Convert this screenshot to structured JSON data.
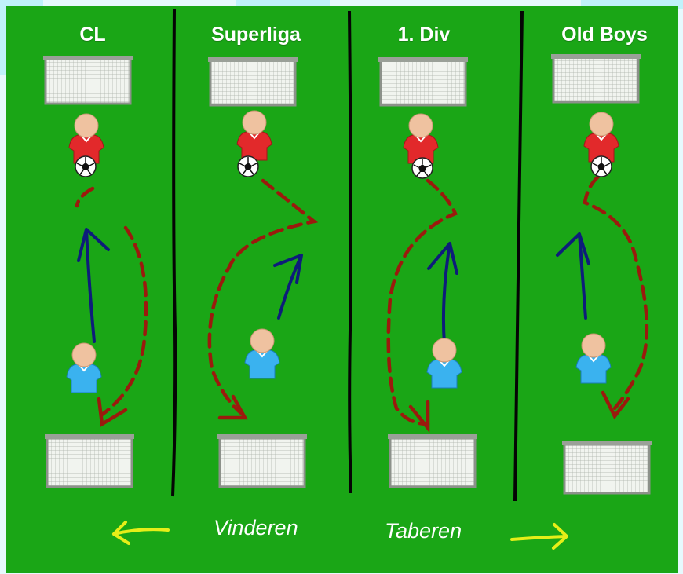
{
  "lanes": [
    {
      "title": "CL"
    },
    {
      "title": "Superliga"
    },
    {
      "title": "1. Div"
    },
    {
      "title": "Old Boys"
    }
  ],
  "footer": {
    "left_label": "Vinderen",
    "right_label": "Taberen"
  },
  "colors": {
    "grass": "#1aa616",
    "divider": "#050505",
    "run_path": "#9b1a0d",
    "pass_arrow": "#0d1d7a",
    "footer_arrow": "#e6ee18",
    "attacker_shirt": "#e2292b",
    "defender_shirt": "#3ab2ef"
  }
}
